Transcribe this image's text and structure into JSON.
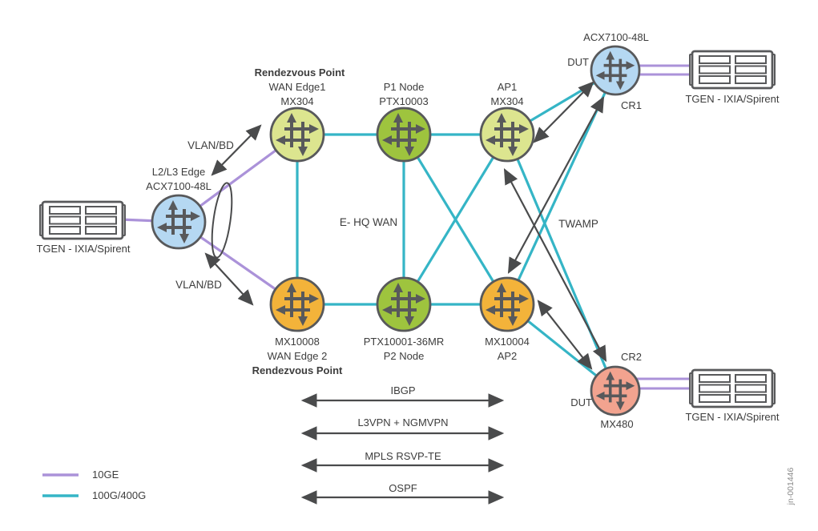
{
  "figure_id": "jn-001446",
  "colors": {
    "link_10ge": "#ab92d9",
    "link_100g_400g": "#35b5c6",
    "arrow": "#4a4b4c",
    "node_light_green": "#dce58f",
    "node_green": "#9ec43e",
    "node_orange": "#f3b33a",
    "node_blue": "#b5d8f2",
    "node_salmon": "#f2a38f"
  },
  "legend": {
    "items": [
      {
        "label": "10GE",
        "color": "#ab92d9"
      },
      {
        "label": "100G/400G",
        "color": "#35b5c6"
      }
    ]
  },
  "tgen": {
    "label": "TGEN - IXIA/Spirent"
  },
  "nodes": {
    "edge": {
      "role": "L2/L3 Edge",
      "model": "ACX7100-48L",
      "color": "#b5d8f2"
    },
    "wan_edge1": {
      "tag": "Rendezvous Point",
      "role": "WAN Edge1",
      "model": "MX304",
      "color": "#dce58f"
    },
    "p1": {
      "role": "P1 Node",
      "model": "PTX10003",
      "color": "#9ec43e"
    },
    "ap1": {
      "role": "AP1",
      "model": "MX304",
      "color": "#dce58f"
    },
    "cr1": {
      "model": "ACX7100-48L",
      "dut": "DUT",
      "name": "CR1",
      "color": "#b5d8f2"
    },
    "wan_edge2": {
      "model": "MX10008",
      "role": "WAN Edge 2",
      "tag": "Rendezvous Point",
      "color": "#f3b33a"
    },
    "p2": {
      "model": "PTX10001-36MR",
      "role": "P2 Node",
      "color": "#9ec43e"
    },
    "ap2": {
      "model": "MX10004",
      "role": "AP2",
      "color": "#f3b33a"
    },
    "cr2": {
      "name": "CR2",
      "dut": "DUT",
      "model": "MX480",
      "color": "#f2a38f"
    }
  },
  "annotations": {
    "vlan_bd": "VLAN/BD",
    "e_hq_wan": "E- HQ WAN",
    "twamp": "TWAMP"
  },
  "protocols": [
    {
      "label": "IBGP"
    },
    {
      "label": "L3VPN + NGMVPN"
    },
    {
      "label": "MPLS RSVP-TE"
    },
    {
      "label": "OSPF"
    }
  ]
}
